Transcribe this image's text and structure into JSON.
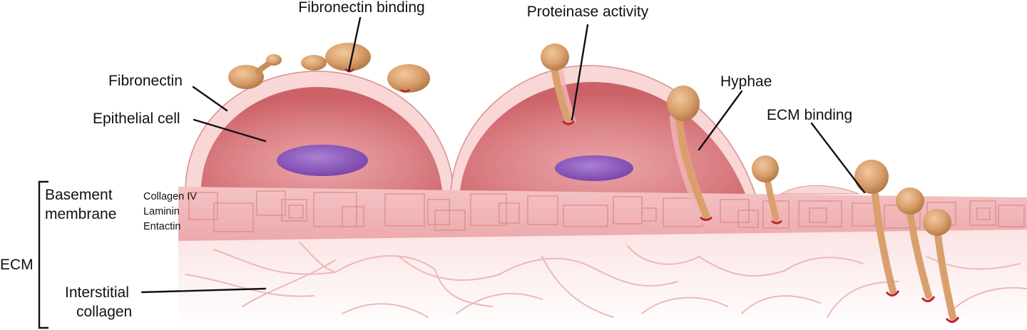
{
  "labels": {
    "fibronectin_binding": "Fibronectin binding",
    "proteinase_activity": "Proteinase activity",
    "fibronectin": "Fibronectin",
    "epithelial_cell": "Epithelial cell",
    "hyphae": "Hyphae",
    "ecm_binding": "ECM binding",
    "basement_line1": "Basement",
    "basement_line2": "membrane",
    "collagen_iv": "Collagen IV",
    "laminin": "Laminin",
    "entactin": "Entactin",
    "ecm": "ECM",
    "interstitial_line1": "Interstitial",
    "interstitial_line2": "collagen"
  },
  "colors": {
    "cell_fill": "#d4737a",
    "cell_highlight": "#e9a6aa",
    "cell_membrane": "#f8d7d6",
    "cell_outline": "#d88f92",
    "nucleus": "#8a55b8",
    "nucleus_light": "#a77fd0",
    "basement_membrane": "#f1b9bb",
    "basement_lines": "#cf7e82",
    "interstitial": "#fdeeee",
    "interstitial_fibers": "#eeb3b5",
    "fungus": "#d9a06d",
    "fungus_dark": "#b8804f",
    "fungus_light": "#ebc093",
    "attachment": "#c0233a"
  }
}
